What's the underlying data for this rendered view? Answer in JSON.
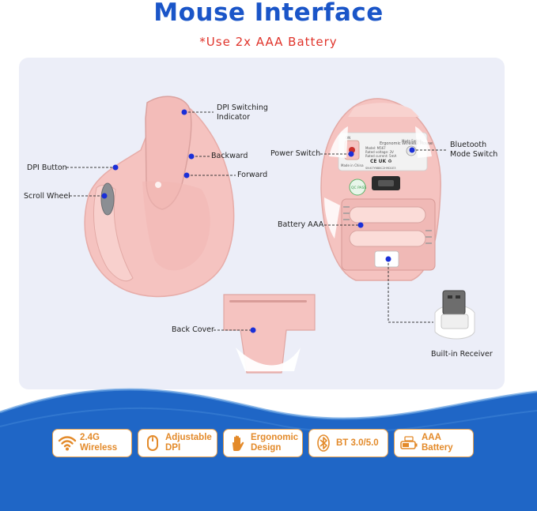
{
  "title": "Mouse Interface",
  "subtitle": "*Use 2x AAA Battery",
  "callouts": {
    "dpi_switching_indicator": [
      "DPI Switching",
      "Indicator"
    ],
    "backward": "Backward",
    "forward": "Forward",
    "dpi_button": "DPI Button",
    "scroll_wheel": "Scroll Wheel",
    "power_switch": "Power Switch",
    "bluetooth_mode_switch": [
      "Bluetooth",
      "Mode Switch"
    ],
    "battery_aaa": "Battery AAA",
    "back_cover": "Back Cover",
    "built_in_receiver": "Built-in Receiver"
  },
  "label_plate": {
    "on": "ON",
    "mode_switch": "Mode Switch",
    "lines": [
      "Ergonomic Wireless Mouse",
      "Model: M567",
      "Rated voltage: 3V",
      "Rated current: 5mA",
      "SN:K7Y6B8C2H9D1E3"
    ],
    "made_in": "Made in China",
    "qc": "QC PASS"
  },
  "features": [
    {
      "icon": "wifi-icon",
      "lines": [
        "2.4G",
        "Wireless"
      ]
    },
    {
      "icon": "mouse-icon",
      "lines": [
        "Adjustable",
        "DPI"
      ]
    },
    {
      "icon": "hand-icon",
      "lines": [
        "Ergonomic",
        "Design"
      ]
    },
    {
      "icon": "bluetooth-icon",
      "lines": [
        "BT 3.0/5.0"
      ]
    },
    {
      "icon": "battery-icon",
      "lines": [
        "AAA",
        "Battery"
      ]
    }
  ],
  "colors": {
    "title_blue": "#1a55c8",
    "subtitle_red": "#e0342b",
    "mouse_pink": "#f5c3c0",
    "callout_dot": "#1a2fd8",
    "feature_orange": "#e38a2a",
    "wave_blue": "#1f66c6"
  }
}
